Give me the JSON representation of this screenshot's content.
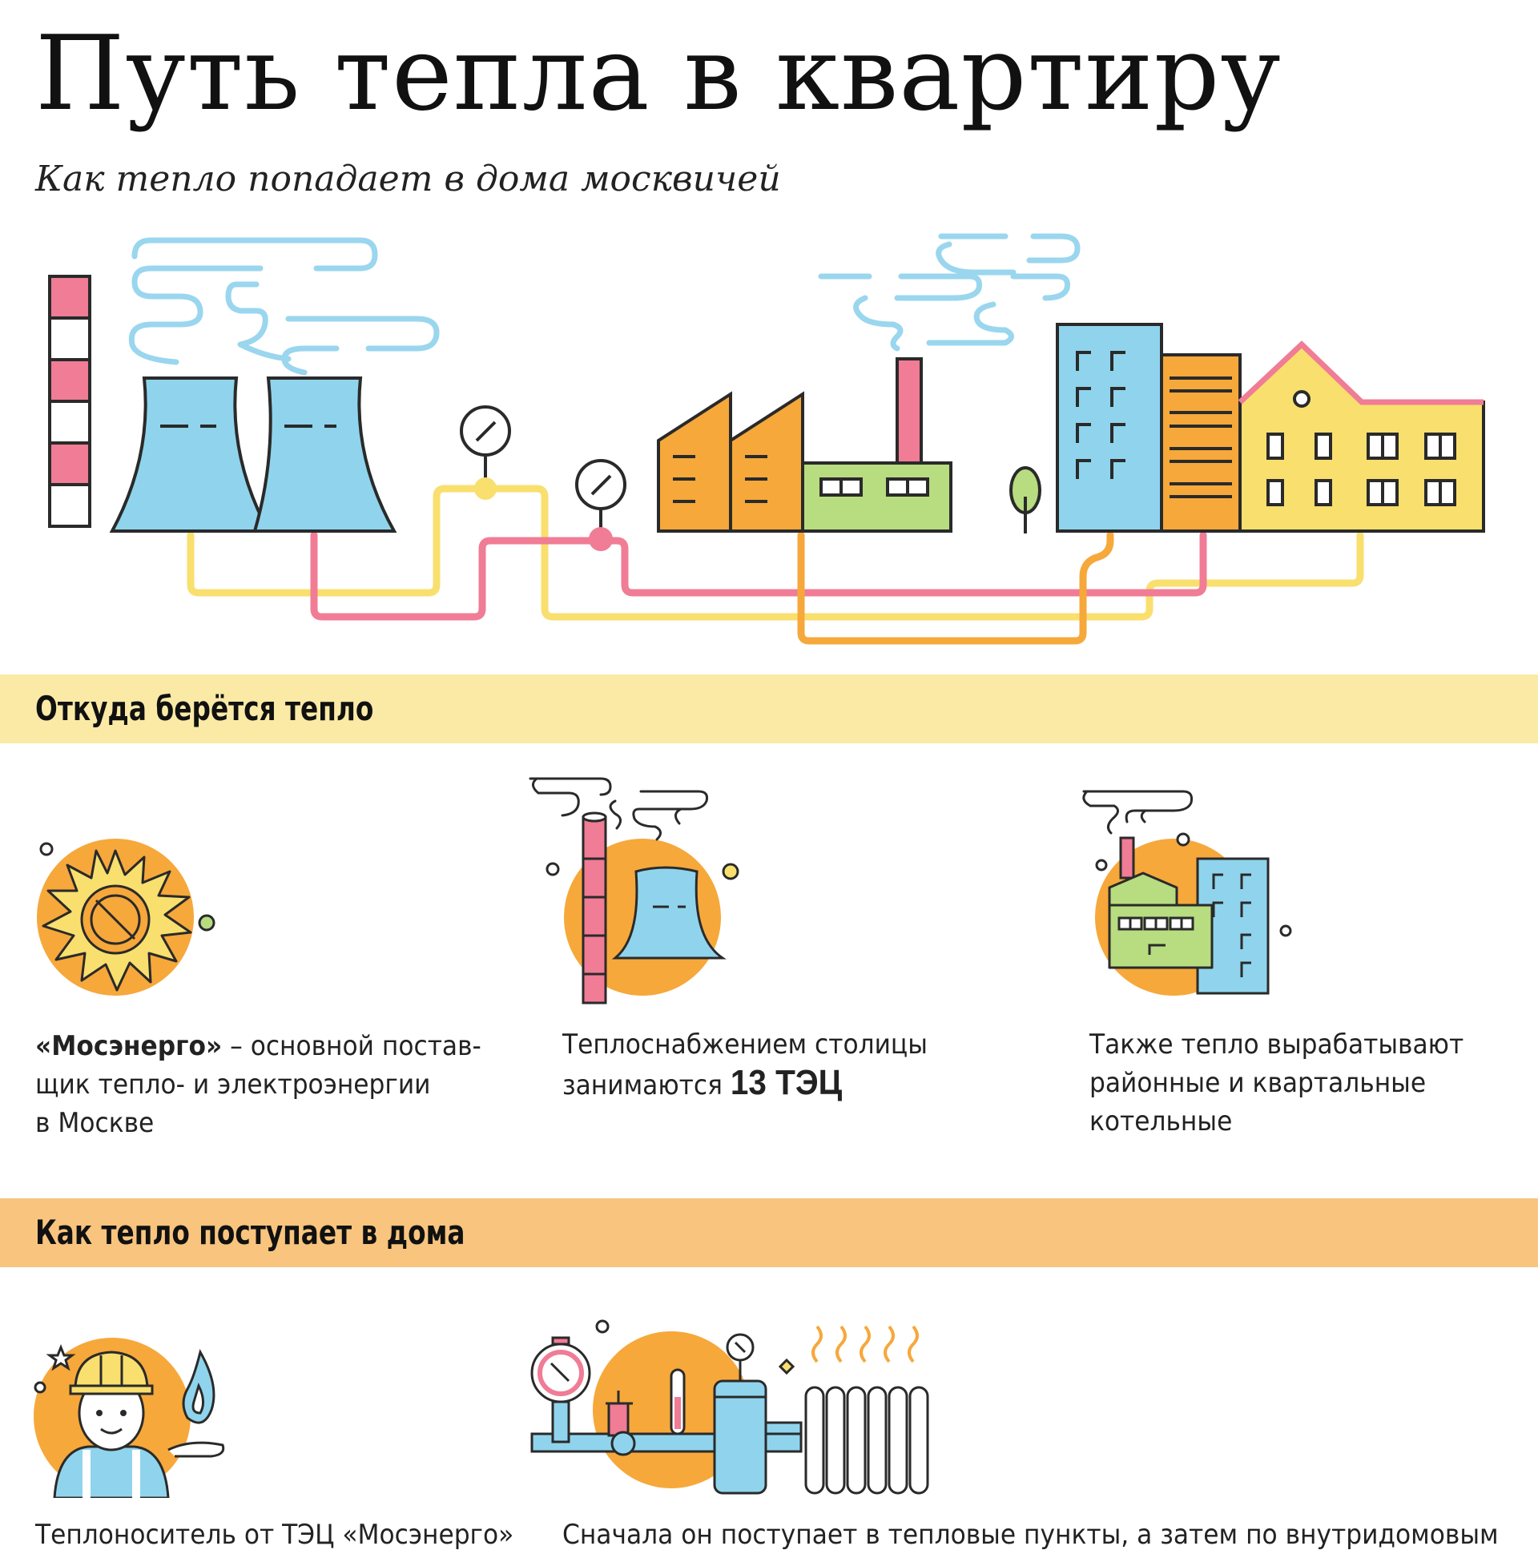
{
  "header": {
    "title": "Путь тепла в квартиру",
    "subtitle": "Как тепло попадает в дома москвичей"
  },
  "colors": {
    "blue": "#8fd4ec",
    "pink": "#f07c95",
    "yellow": "#f9df6e",
    "orange": "#f6a83b",
    "green": "#b8dc80",
    "outline": "#2a2a2a",
    "steam": "#9ad6ee",
    "band_yellow": "#fbeaa6",
    "band_orange": "#f8c47e"
  },
  "section1": {
    "heading": "Откуда берётся тепло",
    "items": [
      {
        "icon": "sun-fire-icon",
        "lead": "«Мосэнерго»",
        "line1_rest": " – основной постав-",
        "line2": "щик тепло- и электроэнергии",
        "line3": "в Москве"
      },
      {
        "icon": "power-plant-icon",
        "line1": "Теплоснабжением столицы",
        "line2_pre": "занимаются ",
        "line2_big": "13 ТЭЦ"
      },
      {
        "icon": "boiler-house-icon",
        "line1": "Также тепло вырабатывают",
        "line2": "районные и квартальные",
        "line3": "котельные"
      }
    ]
  },
  "section2": {
    "heading": "Как тепло поступает в дома",
    "items": [
      {
        "icon": "worker-icon",
        "text": "Теплоноситель от ТЭЦ «Мосэнерго»"
      },
      {
        "icon": "heat-point-icon",
        "text": "Сначала он поступает в тепловые пункты, а затем по внутридомовым"
      }
    ]
  }
}
